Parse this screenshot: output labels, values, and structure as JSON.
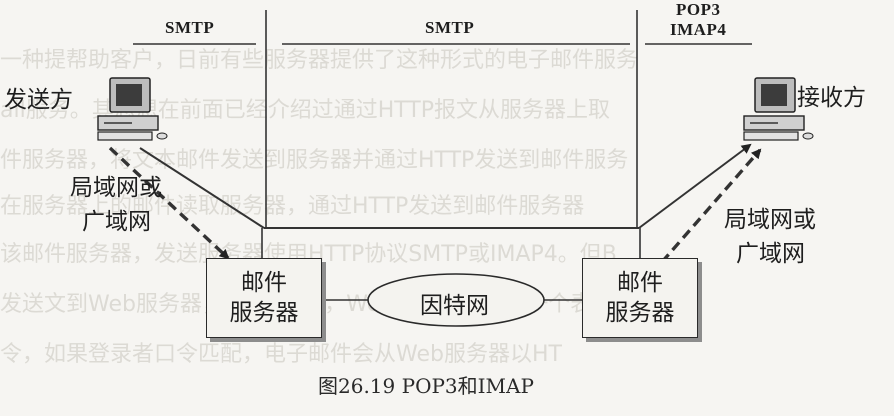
{
  "protocols": {
    "smtp_left": "SMTP",
    "smtp_middle": "SMTP",
    "pop3": "POP3",
    "imap4": "IMAP4"
  },
  "sender": {
    "label": "发送方"
  },
  "receiver": {
    "label": "接收方"
  },
  "network_left": {
    "line1": "局域网或",
    "line2": "广域网"
  },
  "network_right": {
    "line1": "局域网或",
    "line2": "广域网"
  },
  "server_left": {
    "line1": "邮件",
    "line2": "服务器"
  },
  "server_right": {
    "line1": "邮件",
    "line2": "服务器"
  },
  "internet": {
    "label": "因特网"
  },
  "caption": "图26.19  POP3和IMAP"
}
